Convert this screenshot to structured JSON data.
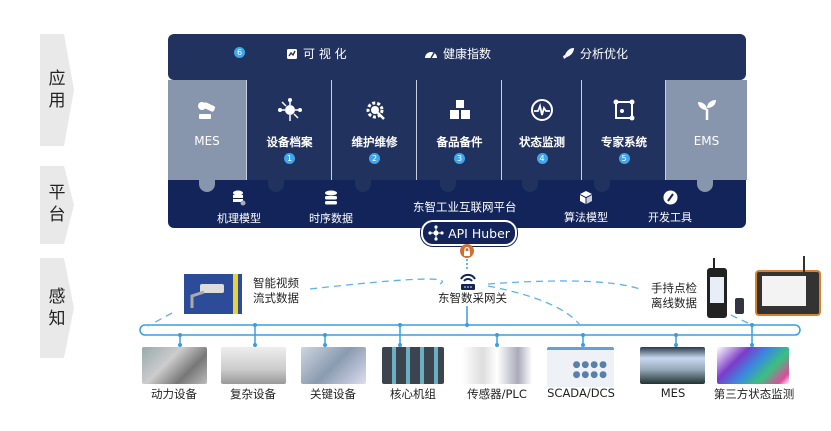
{
  "layers": {
    "application": "应用",
    "platform": "平台",
    "sensing": "感知"
  },
  "application": {
    "top_items": [
      {
        "badge": "6",
        "icon": "badge-number",
        "label": ""
      },
      {
        "icon": "chart-board-icon",
        "label": "可 视 化"
      },
      {
        "icon": "speedometer-icon",
        "label": "健康指数"
      },
      {
        "icon": "rocket-icon",
        "label": "分析优化"
      }
    ],
    "modules": [
      {
        "label": "MES",
        "icon": "robot-arm-icon",
        "badge": "",
        "style": "gray"
      },
      {
        "label": "设备档案",
        "icon": "network-hub-icon",
        "badge": "1",
        "style": "dark"
      },
      {
        "label": "维护维修",
        "icon": "gear-wrench-icon",
        "badge": "2",
        "style": "dark"
      },
      {
        "label": "备品备件",
        "icon": "boxes-icon",
        "badge": "3",
        "style": "dark"
      },
      {
        "label": "状态监测",
        "icon": "pulse-monitor-icon",
        "badge": "4",
        "style": "dark"
      },
      {
        "label": "专家系统",
        "icon": "nodes-graph-icon",
        "badge": "5",
        "style": "dark"
      },
      {
        "label": "EMS",
        "icon": "sprout-icon",
        "badge": "",
        "style": "gray"
      }
    ]
  },
  "platform": {
    "title": "东智工业互联网平台",
    "items": [
      {
        "label": "机理模型",
        "icon": "database-gear-icon"
      },
      {
        "label": "时序数据",
        "icon": "database-icon"
      },
      {
        "label": "算法模型",
        "icon": "cube-icon"
      },
      {
        "label": "开发工具",
        "icon": "pen-icon"
      }
    ],
    "api_hub": "API Huber"
  },
  "sensing": {
    "video": {
      "line1": "智能视频",
      "line2": "流式数据"
    },
    "gateway": "东智数采网关",
    "handheld": {
      "line1": "手持点检",
      "line2": "离线数据"
    },
    "devices": [
      "动力设备",
      "复杂设备",
      "关键设备",
      "核心机组",
      "传感器/PLC",
      "SCADA/DCS",
      "MES",
      "第三方状态监测"
    ]
  },
  "colors": {
    "dark_navy": "#22325e",
    "platform_navy": "#12245a",
    "gray_piece": "#8795ad",
    "badge_blue": "#3ea6ee",
    "line_blue": "#3a9de0",
    "lock_orange": "#d07030",
    "layer_gray": "#e9e9e9"
  }
}
